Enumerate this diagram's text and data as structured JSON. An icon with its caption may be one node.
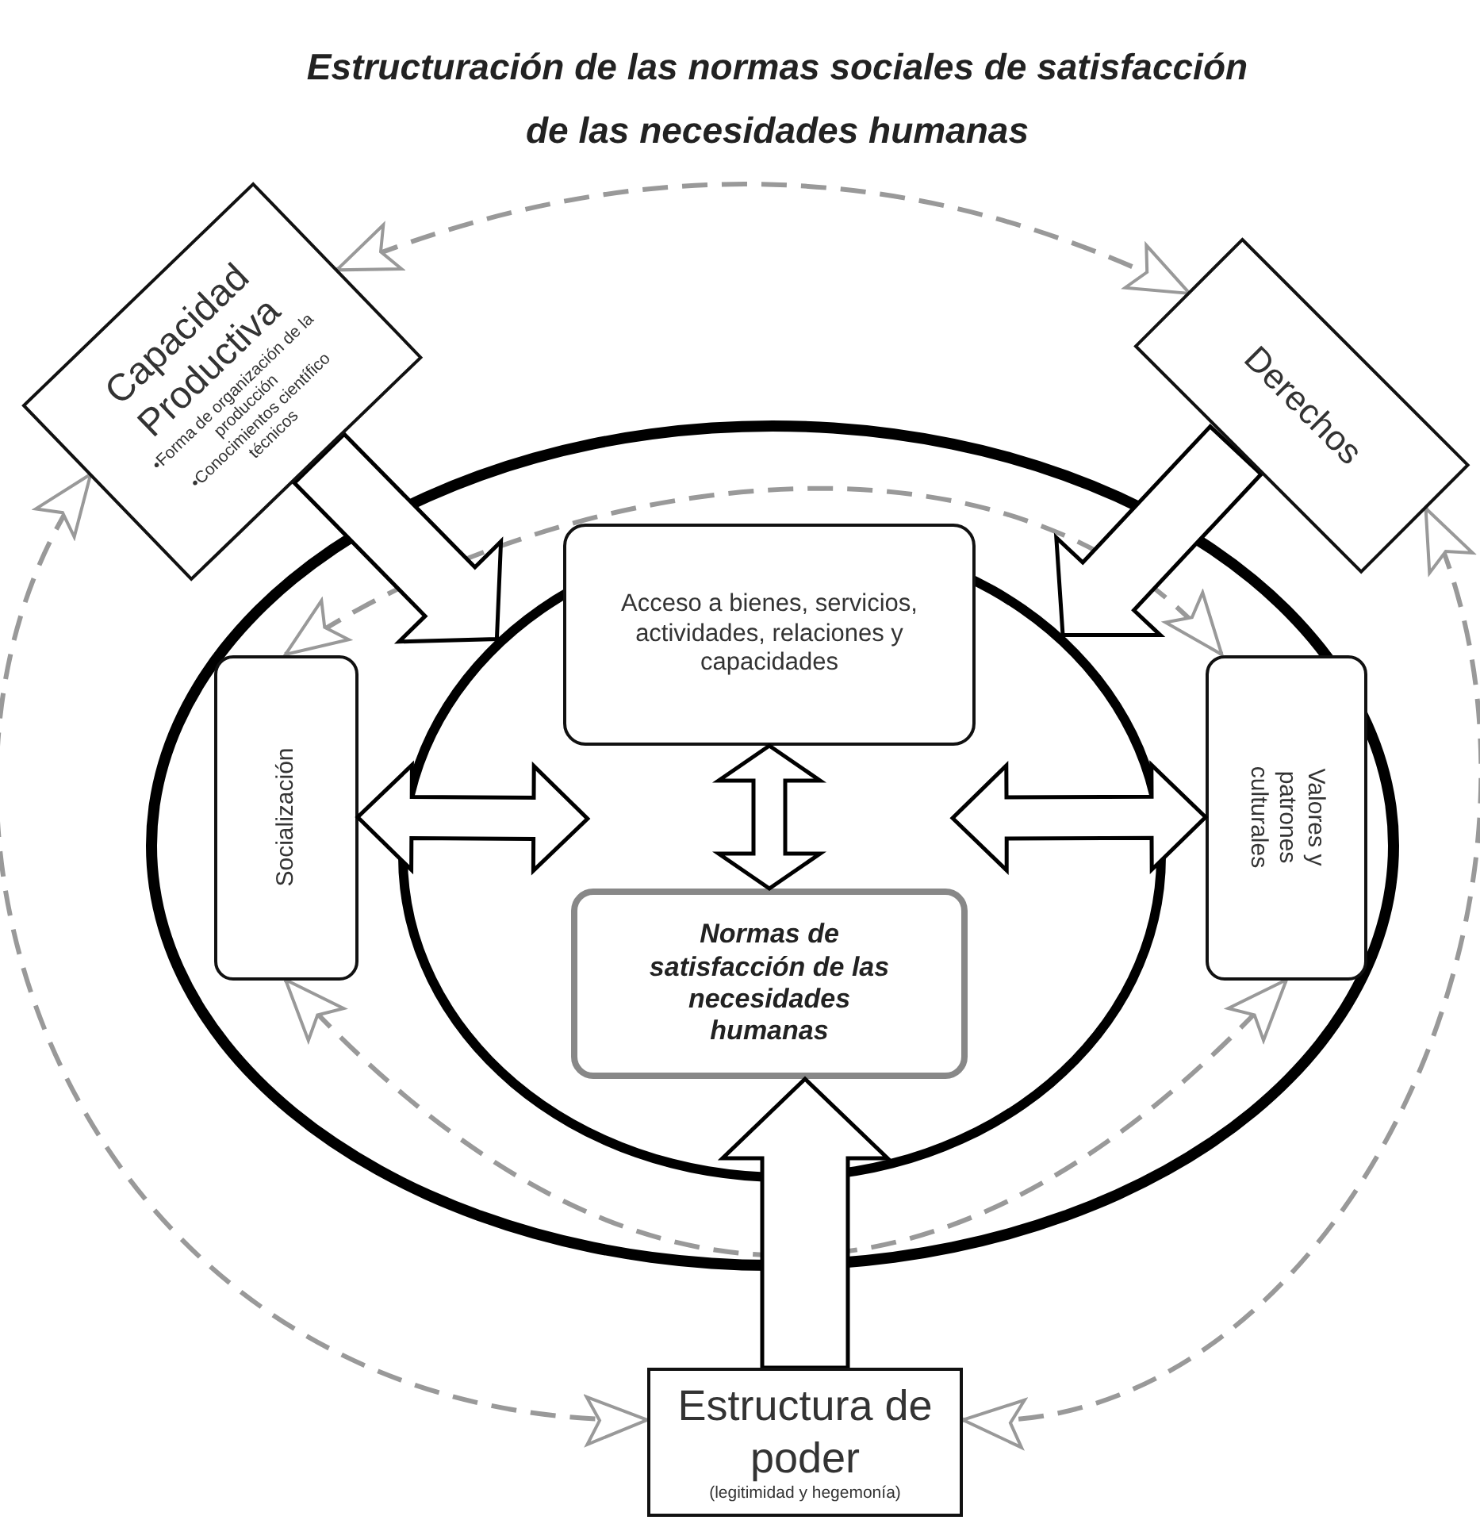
{
  "diagram": {
    "title": "Estructuración de las normas sociales de satisfacción de las necesidades humanas",
    "nodes": [
      {
        "text": [
          "Capacidad Productiva",
          "•Forma de organización de la producción",
          "•Conocimientos científico técnicos"
        ]
      },
      {
        "text": [
          "Derechos"
        ]
      },
      {
        "text": [],
        "shape": "ellipse"
      },
      {
        "text": [
          "Socialización"
        ],
        "in": 2
      },
      {
        "text": [],
        "shape": "ellipse",
        "in": 2
      },
      {
        "text": [
          "Acceso a bienes, servicios, actividades, relaciones y capacidades"
        ],
        "in": 4
      },
      {
        "text": [
          "Normas de satisfacción de las necesidades humanas"
        ],
        "in": 4
      },
      {
        "text": [
          "Valores y patrones culturales"
        ],
        "in": 2
      },
      {
        "text": [
          "Estructura de poder",
          "(legitimidad y hegemonía)"
        ]
      }
    ],
    "edges": [
      {
        "from": 0,
        "to": 4,
        "arrow": "to"
      },
      {
        "from": 1,
        "to": 4,
        "arrow": "to"
      },
      {
        "from": 3,
        "to": 4,
        "arrow": "both"
      },
      {
        "from": 4,
        "to": 7,
        "arrow": "both"
      },
      {
        "from": 5,
        "to": 6,
        "arrow": "both"
      },
      {
        "from": 8,
        "to": 6,
        "arrow": "to"
      },
      {
        "from": 0,
        "to": 1,
        "arrow": "both",
        "style": "dashed",
        "color": "#999999"
      },
      {
        "from": 1,
        "to": 8,
        "arrow": "both",
        "style": "dashed",
        "color": "#999999"
      },
      {
        "from": 0,
        "to": 8,
        "arrow": "both",
        "style": "dashed",
        "color": "#999999"
      },
      {
        "from": 3,
        "to": 7,
        "arrow": "both",
        "style": "dashed",
        "color": "#999999"
      },
      {
        "from": 3,
        "to": 7,
        "arrow": "both",
        "style": "dashed",
        "color": "#999999"
      }
    ]
  }
}
